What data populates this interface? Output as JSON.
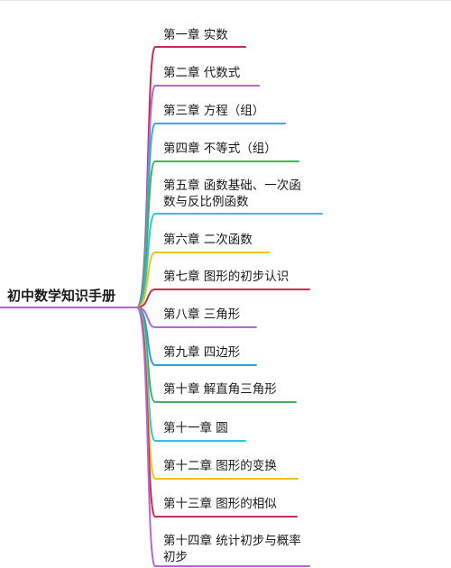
{
  "root": {
    "label": "初中数学知识手册",
    "color": "#b565d9"
  },
  "chapters": [
    {
      "lines": [
        "第一章 实数"
      ],
      "color": "#c0304f"
    },
    {
      "lines": [
        "第二章 代数式"
      ],
      "color": "#b565d9"
    },
    {
      "lines": [
        "第三章 方程（组）"
      ],
      "color": "#2bb3de"
    },
    {
      "lines": [
        "第四章 不等式（组）"
      ],
      "color": "#3fb35e"
    },
    {
      "lines": [
        "第五章 函数基础、一次函",
        "数与反比例函数"
      ],
      "color": "#2ec4dc"
    },
    {
      "lines": [
        "第六章 二次函数"
      ],
      "color": "#f2c311"
    },
    {
      "lines": [
        "第七章 图形的初步认识"
      ],
      "color": "#c0304f"
    },
    {
      "lines": [
        "第八章 三角形"
      ],
      "color": "#b565d9"
    },
    {
      "lines": [
        "第九章 四边形"
      ],
      "color": "#2b9fde"
    },
    {
      "lines": [
        "第十章 解直角三角形"
      ],
      "color": "#3fb35e"
    },
    {
      "lines": [
        "第十一章 圆"
      ],
      "color": "#2ec4dc"
    },
    {
      "lines": [
        "第十二章 图形的变换"
      ],
      "color": "#f2c311"
    },
    {
      "lines": [
        "第十三章 图形的相似"
      ],
      "color": "#c0304f"
    },
    {
      "lines": [
        "第十四章 统计初步与概率",
        "初步"
      ],
      "color": "#b565d9"
    }
  ]
}
